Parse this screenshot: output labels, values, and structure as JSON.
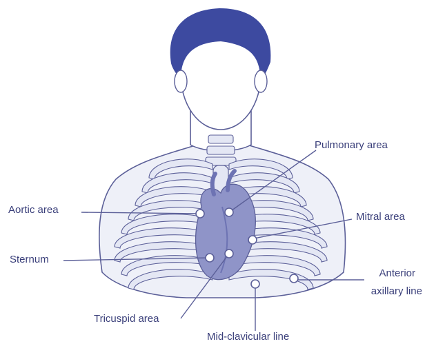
{
  "labels": {
    "pulmonary": "Pulmonary area",
    "aortic": "Aortic area",
    "mitral": "Mitral area",
    "sternum": "Sternum",
    "anterior_line1": "Anterior",
    "anterior_line2": "axillary line",
    "tricuspid": "Tricuspid area",
    "midclavicular": "Mid-clavicular line"
  },
  "colors": {
    "hair": "#3d4aa0",
    "outline": "#5b5f98",
    "skin": "#ffffff",
    "torso_fill": "#eef0f8",
    "rib": "#e4e7f4",
    "rib_stroke": "#5b5f98",
    "heart": "#8f94c8",
    "heart_dark": "#6d73b3",
    "label_text": "#3a3f7a",
    "leader": "#5b5f98"
  },
  "icons": [
    "human-head-icon",
    "heart-icon",
    "ribcage-icon"
  ]
}
